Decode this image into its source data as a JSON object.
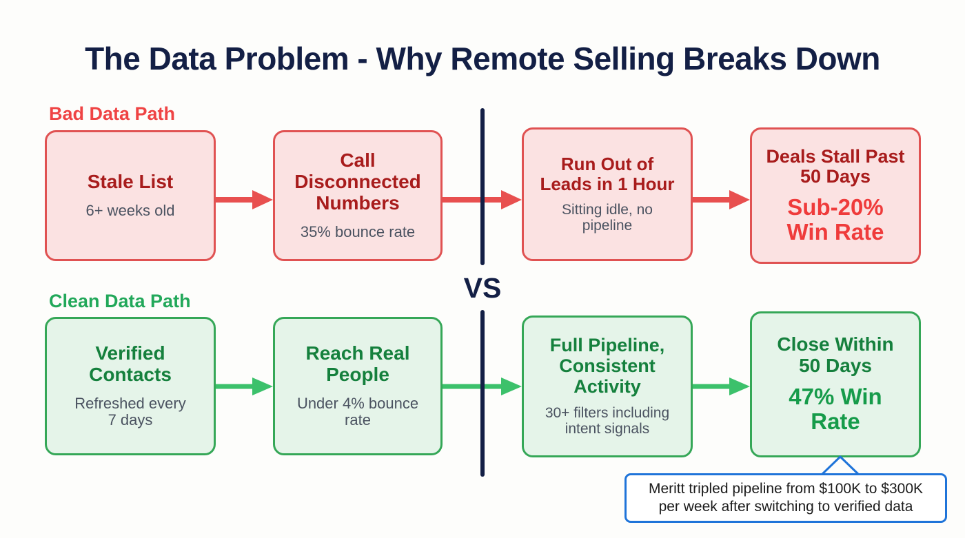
{
  "title": "The Data Problem - Why Remote Selling Breaks Down",
  "colors": {
    "background": "#fdfdfb",
    "title": "#131f45",
    "bad_accent": "#ef4444",
    "bad_border": "#e05252",
    "bad_fill": "#fbe2e2",
    "bad_title_text": "#a81c1c",
    "bad_highlight": "#ef3b3b",
    "clean_accent": "#22a85a",
    "clean_border": "#35a757",
    "clean_fill": "#e5f4e9",
    "clean_title_text": "#15803d",
    "clean_highlight": "#169b4a",
    "divider": "#131f45",
    "callout_border": "#1f74d9",
    "sub_text": "#4a5260"
  },
  "divider": {
    "vs_label": "VS"
  },
  "bad_path": {
    "label": "Bad Data Path",
    "steps": [
      {
        "title": "Stale List",
        "sub": "6+ weeks old",
        "highlight": ""
      },
      {
        "title": "Call\nDisconnected\nNumbers",
        "sub": "35% bounce rate",
        "highlight": ""
      },
      {
        "title": "Run Out of\nLeads in 1 Hour",
        "sub": "Sitting idle, no\npipeline",
        "highlight": ""
      },
      {
        "title": "Deals Stall Past\n50 Days",
        "sub": "",
        "highlight": "Sub-20%\nWin Rate"
      }
    ]
  },
  "clean_path": {
    "label": "Clean Data Path",
    "steps": [
      {
        "title": "Verified\nContacts",
        "sub": "Refreshed every\n7 days",
        "highlight": ""
      },
      {
        "title": "Reach Real\nPeople",
        "sub": "Under 4% bounce\nrate",
        "highlight": ""
      },
      {
        "title": "Full Pipeline,\nConsistent\nActivity",
        "sub": "30+ filters including\nintent signals",
        "highlight": ""
      },
      {
        "title": "Close Within\n50 Days",
        "sub": "",
        "highlight": "47% Win\nRate"
      }
    ]
  },
  "callout": {
    "text": "Meritt tripled pipeline from $100K to $300K per week after switching to verified data"
  }
}
